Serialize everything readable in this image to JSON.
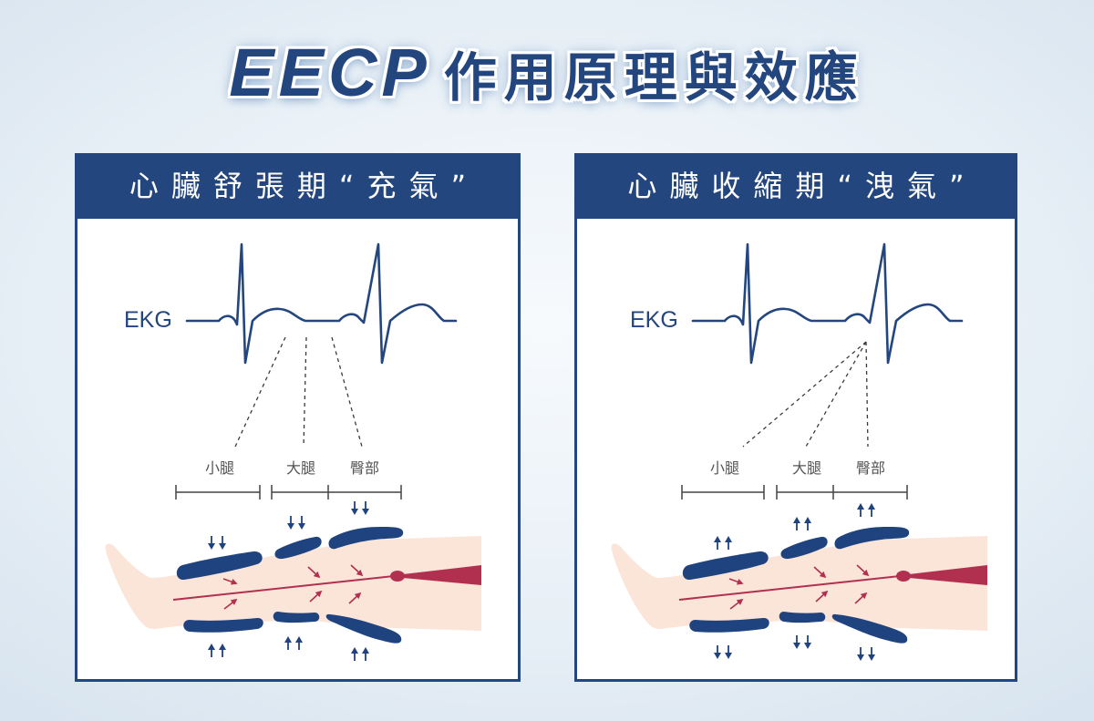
{
  "title": {
    "brand": "EECP",
    "text": "作用原理與效應"
  },
  "colors": {
    "navy": "#24467f",
    "cuff": "#1f437f",
    "skin": "#fbe4d8",
    "artery": "#b2304f",
    "label_gray": "#555555",
    "background": "#e7eff6"
  },
  "panels": [
    {
      "header": "心臟舒張期“充氣”",
      "ekg_label": "EKG",
      "segments": [
        "小腿",
        "大腿",
        "臀部"
      ],
      "cuff_arrows": {
        "top": "double-arrow-down-icon",
        "bottom": "double-arrow-up-icon"
      }
    },
    {
      "header": "心臟收縮期“洩氣”",
      "ekg_label": "EKG",
      "segments": [
        "小腿",
        "大腿",
        "臀部"
      ],
      "cuff_arrows": {
        "top": "double-arrow-up-icon",
        "bottom": "double-arrow-down-icon"
      }
    }
  ]
}
